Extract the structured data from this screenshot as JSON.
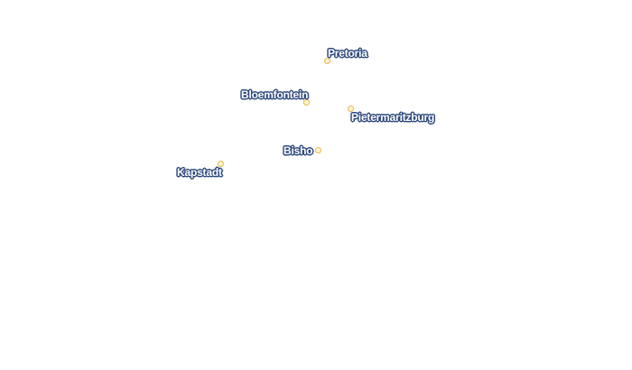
{
  "map": {
    "cities": [
      {
        "id": "pretoria",
        "name": "Pretoria"
      },
      {
        "id": "bloemfontein",
        "name": "Bloemfontein"
      },
      {
        "id": "pietermaritzburg",
        "name": "Pietermaritzburg"
      },
      {
        "id": "bisho",
        "name": "Bisho"
      },
      {
        "id": "kapstadt",
        "name": "Kapstadt"
      }
    ],
    "colors": {
      "marker_fill": "#fff6d6",
      "marker_stroke": "#e8b74a",
      "label_text": "#ffffff",
      "label_halo": "#2f4a7e",
      "background": "#ffffff"
    }
  }
}
